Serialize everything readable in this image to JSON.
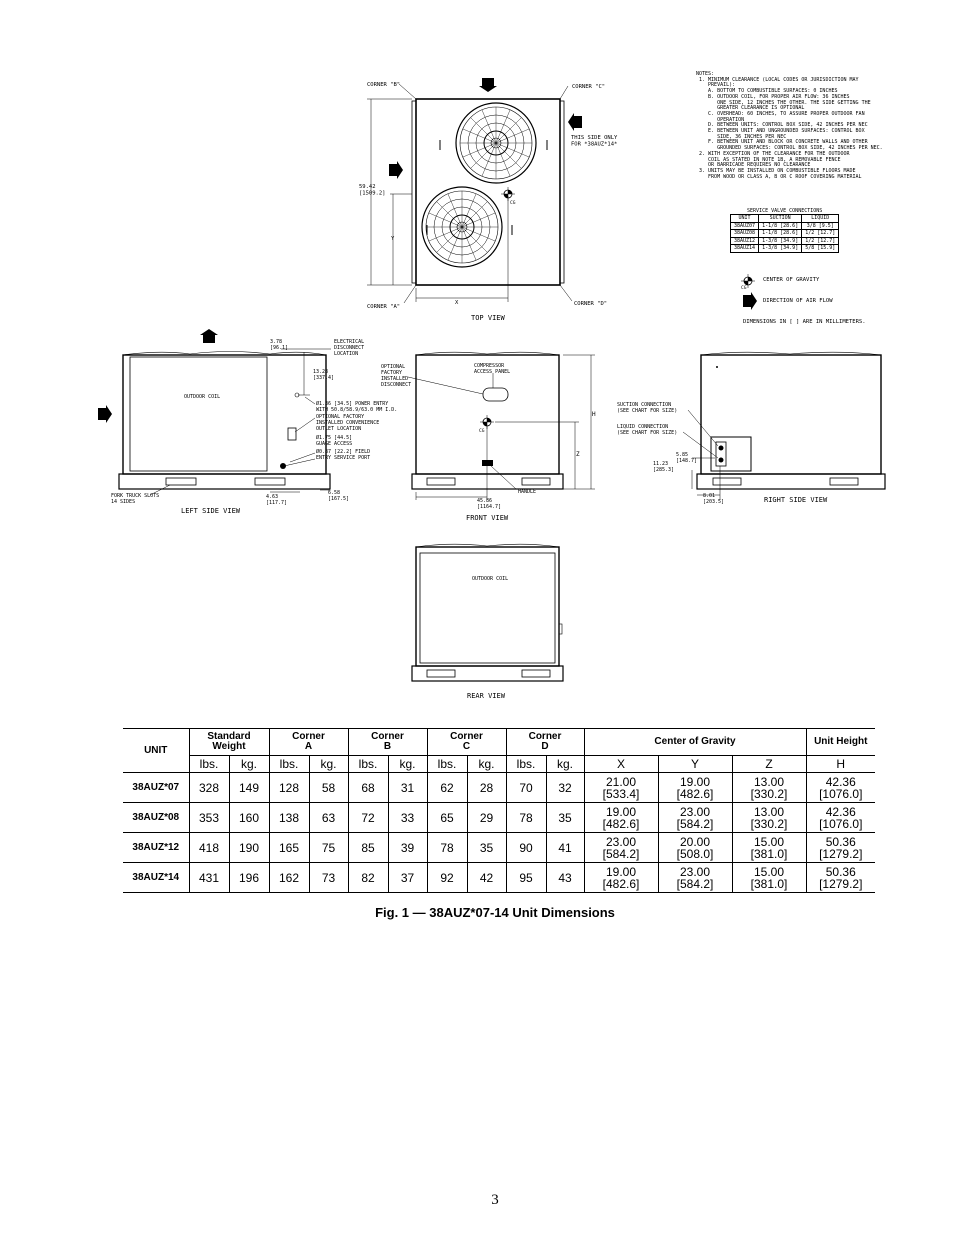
{
  "drawing": {
    "top_view": {
      "title": "TOP VIEW",
      "corner_a": "CORNER \"A\"",
      "corner_b": "CORNER \"B\"",
      "corner_c": "CORNER \"C\"",
      "corner_d": "CORNER \"D\"",
      "height_dim": "59.42\n[1509.2]",
      "this_side_only": "THIS SIDE ONLY\nFOR *38AUZ*14*",
      "x_label": "X",
      "y_label": "Y",
      "cg_label": "CG"
    },
    "left_side_view": {
      "title": "LEFT SIDE VIEW",
      "dim_378": "3.78\n[96.1]",
      "dim_1328": "13.28\n[337.4]",
      "electrical": "ELECTRICAL\nDISCONNECT\nLOCATION",
      "outdoor_coil": "OUTDOOR COIL",
      "power_entry": "Ø1.36 [34.5] POWER ENTRY\nWITH 50.8/58.9/63.0 MM I.D.",
      "convenience": "OPTIONAL FACTORY\nINSTALLED CONVENIENCE\nOUTLET LOCATION",
      "gauge": "Ø1.75 [44.5]\nGUAGE ACCESS",
      "field_entry": "Ø0.87 [22.2] FIELD\nENTRY SERVICE PORT",
      "fork_truck": "FORK TRUCK SLOTS\n14 SIDES",
      "dim_463": "4.63\n[117.7]",
      "dim_658": "6.58\n[167.5]"
    },
    "front_view": {
      "title": "FRONT VIEW",
      "optional_disconnect": "OPTIONAL\nFACTORY\nINSTALLED\nDISCONNECT",
      "compressor_panel": "COMPRESSOR\nACCESS PANEL",
      "cg_label": "CG",
      "h_label": "H",
      "z_label": "Z",
      "width_dim": "45.86\n[1164.7]",
      "handle": "HANDLE"
    },
    "right_side_view": {
      "title": "RIGHT SIDE VIEW",
      "suction": "SUCTION CONNECTION\n(SEE CHART FOR SIZE)",
      "liquid": "LIQUID CONNECTION\n(SEE CHART FOR SIZE)",
      "dim_585": "5.85\n[148.7]",
      "dim_1123": "11.23\n[285.3]",
      "dim_801": "8.01\n[203.5]"
    },
    "rear_view": {
      "title": "REAR VIEW",
      "outdoor_coil": "OUTDOOR COIL"
    },
    "notes": [
      "NOTES:",
      " 1. MINIMUM CLEARANCE (LOCAL CODES OR JURISDICTION MAY",
      "    PREVAIL):",
      "    A. BOTTOM TO COMBUSTIBLE SURFACES: 0 INCHES",
      "    B. OUTDOOR COIL, FOR PROPER AIR FLOW: 36 INCHES",
      "       ONE SIDE, 12 INCHES THE OTHER. THE SIDE GETTING THE",
      "       GREATER CLEARANCE IS OPTIONAL",
      "    C. OVERHEAD: 60 INCHES, TO ASSURE PROPER OUTDOOR FAN",
      "       OPERATION",
      "    D. BETWEEN UNITS: CONTROL BOX SIDE, 42 INCHES PER NEC",
      "    E. BETWEEN UNIT AND UNGROUNDED SURFACES: CONTROL BOX",
      "       SIDE, 36 INCHES PER NEC",
      "    F. BETWEEN UNIT AND BLOCK OR CONCRETE WALLS AND OTHER",
      "       GROUNDED SURFACES: CONTROL BOX SIDE, 42 INCHES PER NEC.",
      " 2. WITH EXCEPTION OF THE CLEARANCE FOR THE OUTDOOR",
      "    COIL AS STATED IN NOTE 1B, A REMOVABLE FENCE",
      "    OR BARRICADE REQUIRES NO CLEARANCE",
      " 3. UNITS MAY BE INSTALLED ON COMBUSTIBLE FLOORS MADE",
      "    FROM WOOD OR CLASS A, B OR C ROOF COVERING MATERIAL"
    ],
    "service_valve": {
      "title": "SERVICE VALVE CONNECTIONS",
      "headers": [
        "UNIT",
        "SUCTION",
        "LIQUID"
      ],
      "rows": [
        [
          "38AUZ07",
          "1-1/8 [28.6]",
          "3/8 [9.5]"
        ],
        [
          "38AUZ08",
          "1-1/8 [28.6]",
          "1/2 [12.7]"
        ],
        [
          "38AUZ12",
          "1-3/8 [34.9]",
          "1/2 [12.7]"
        ],
        [
          "38AUZ14",
          "1-3/8 [34.9]",
          "5/8 [15.9]"
        ]
      ]
    },
    "legend": {
      "cg": "CENTER OF GRAVITY",
      "cg_symbol": "CG",
      "airflow": "DIRECTION OF AIR FLOW",
      "dimensions": "DIMENSIONS IN [  ] ARE IN MILLIMETERS."
    }
  },
  "table": {
    "header": {
      "unit": "UNIT",
      "standard_weight": "Standard\nWeight",
      "corner_a": "Corner\nA",
      "corner_b": "Corner\nB",
      "corner_c": "Corner\nC",
      "corner_d": "Corner\nD",
      "center_of_gravity": "Center of Gravity",
      "unit_height": "Unit Height"
    },
    "subheader": [
      "lbs.",
      "kg.",
      "lbs.",
      "kg.",
      "lbs.",
      "kg.",
      "lbs.",
      "kg.",
      "lbs.",
      "kg.",
      "X",
      "Y",
      "Z",
      "H"
    ],
    "rows": [
      {
        "unit": "38AUZ*07",
        "cells": [
          "328",
          "149",
          "128",
          "58",
          "68",
          "31",
          "62",
          "28",
          "70",
          "32",
          "21.00\n[533.4]",
          "19.00\n[482.6]",
          "13.00\n[330.2]",
          "42.36\n[1076.0]"
        ]
      },
      {
        "unit": "38AUZ*08",
        "cells": [
          "353",
          "160",
          "138",
          "63",
          "72",
          "33",
          "65",
          "29",
          "78",
          "35",
          "19.00\n[482.6]",
          "23.00\n[584.2]",
          "13.00\n[330.2]",
          "42.36\n[1076.0]"
        ]
      },
      {
        "unit": "38AUZ*12",
        "cells": [
          "418",
          "190",
          "165",
          "75",
          "85",
          "39",
          "78",
          "35",
          "90",
          "41",
          "23.00\n[584.2]",
          "20.00\n[508.0]",
          "15.00\n[381.0]",
          "50.36\n[1279.2]"
        ]
      },
      {
        "unit": "38AUZ*14",
        "cells": [
          "431",
          "196",
          "162",
          "73",
          "82",
          "37",
          "92",
          "42",
          "95",
          "43",
          "19.00\n[482.6]",
          "23.00\n[584.2]",
          "15.00\n[381.0]",
          "50.36\n[1279.2]"
        ]
      }
    ]
  },
  "caption": "Fig. 1 — 38AUZ*07-14 Unit Dimensions",
  "page_number": "3"
}
